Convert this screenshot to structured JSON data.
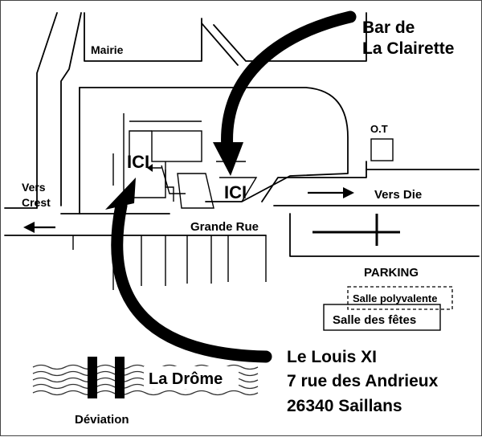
{
  "labels": {
    "mairie": "Mairie",
    "bar_line1": "Bar de",
    "bar_line2": "La Clairette",
    "ot": "O.T",
    "vers_crest_1": "Vers",
    "vers_crest_2": "Crest",
    "ici_left": "ICI",
    "ici_right": "ICI",
    "vers_die": "Vers Die",
    "grande_rue": "Grande Rue",
    "parking": "PARKING",
    "salle_polyvalente": "Salle polyvalente",
    "salle_fetes": "Salle des fêtes",
    "river": "La Drôme",
    "deviation": "Déviation"
  },
  "address": {
    "name": "Le Louis XI",
    "street": "7 rue des Andrieux",
    "city": "26340 Saillans"
  },
  "colors": {
    "ink": "#000000",
    "background": "#ffffff"
  }
}
